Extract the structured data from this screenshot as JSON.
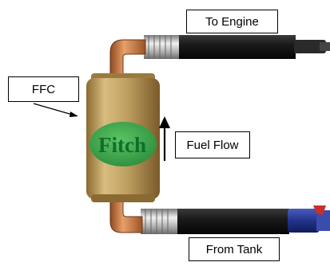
{
  "labels": {
    "to_engine": "To Engine",
    "ffc": "FFC",
    "fuel_flow": "Fuel Flow",
    "from_tank": "From Tank"
  },
  "logo_text": "Fitch",
  "colors": {
    "brass": "#b99a5a",
    "copper": "#c0703a",
    "hose": "#141414",
    "fitting": "#c8c8c8",
    "logo_green": "#3aa24a",
    "tank_line_blue": "#2a3c8c",
    "tank_line_red": "#c8302c"
  }
}
